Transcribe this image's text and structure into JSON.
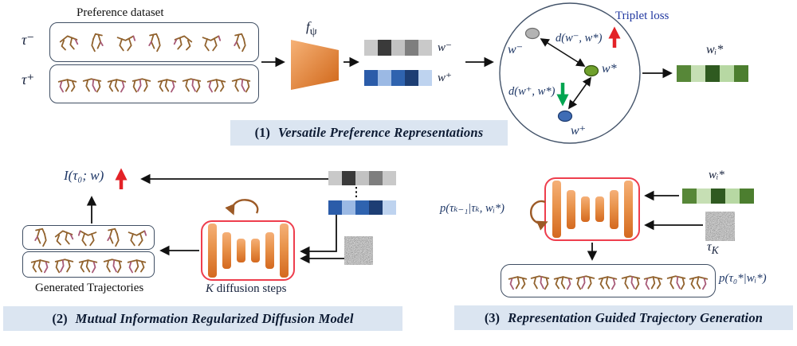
{
  "colors": {
    "accent_orange_light": "#f6b277",
    "accent_orange_dark": "#d06618",
    "unet_border_red": "#ee3e4d",
    "arrow_red": "#e32227",
    "arrow_green": "#00a550",
    "loop_brown": "#9c5a26",
    "title_bg": "#dbe5f1",
    "navy_text": "#1e3766",
    "triplet_blue": "#2138a0",
    "box_border": "#3f4e63",
    "dot_gray": "#b3b3b3",
    "dot_green": "#6fa02c",
    "dot_blue": "#3e6cb5"
  },
  "panel1": {
    "dataset_label": "Preference dataset",
    "tau_minus": "τ⁻",
    "tau_plus": "τ⁺",
    "encoder": {
      "base": "f",
      "sub": "ψ"
    },
    "w_minus_label": "w⁻",
    "w_plus_label": "w⁺",
    "w_minus_cells": [
      "#c9c9c9",
      "#3a3a3a",
      "#c2c2c2",
      "#7e7e7e",
      "#c9c9c9"
    ],
    "w_plus_cells": [
      "#2b5ca9",
      "#9bb9e4",
      "#2f63af",
      "#1d3e74",
      "#bed3ef"
    ],
    "circle": {
      "triplet_loss": "Triplet loss",
      "w_minus": "w⁻",
      "w_star": "w*",
      "w_plus": "w⁺",
      "d_minus": "d(w⁻, w*)",
      "d_plus": "d(w⁺, w*)"
    },
    "w_i_star_label": "wᵢ*",
    "w_i_star_cells": [
      "#578738",
      "#c6dfb4",
      "#2f5a20",
      "#b7d8a3",
      "#4c7e2f"
    ],
    "title_num": "(1)",
    "title": "Versatile Preference Representations"
  },
  "panel2": {
    "mi_label": "I(τ₀; w)",
    "w_minus_cells": [
      "#c9c9c9",
      "#3a3a3a",
      "#c2c2c2",
      "#7e7e7e",
      "#c9c9c9"
    ],
    "w_plus_cells": [
      "#2b5ca9",
      "#9bb9e4",
      "#2f63af",
      "#1d3e74",
      "#bed3ef"
    ],
    "k_italic": "K",
    "diffusion_steps": " diffusion steps",
    "generated_label": "Generated Trajectories",
    "title_num": "(2)",
    "title": "Mutual Information Regularized Diffusion Model"
  },
  "panel3": {
    "posterior_label": "p(τₖ₋₁|τₖ, wᵢ*)",
    "w_i_star_label": "wᵢ*",
    "w_i_star_cells": [
      "#578738",
      "#c6dfb4",
      "#2f5a20",
      "#b7d8a3",
      "#4c7e2f"
    ],
    "tau_K": {
      "base": "τ",
      "sub": "K"
    },
    "output_label": "p(τ₀*|wᵢ*)",
    "title_num": "(3)",
    "title": "Representation Guided Trajectory Generation"
  }
}
